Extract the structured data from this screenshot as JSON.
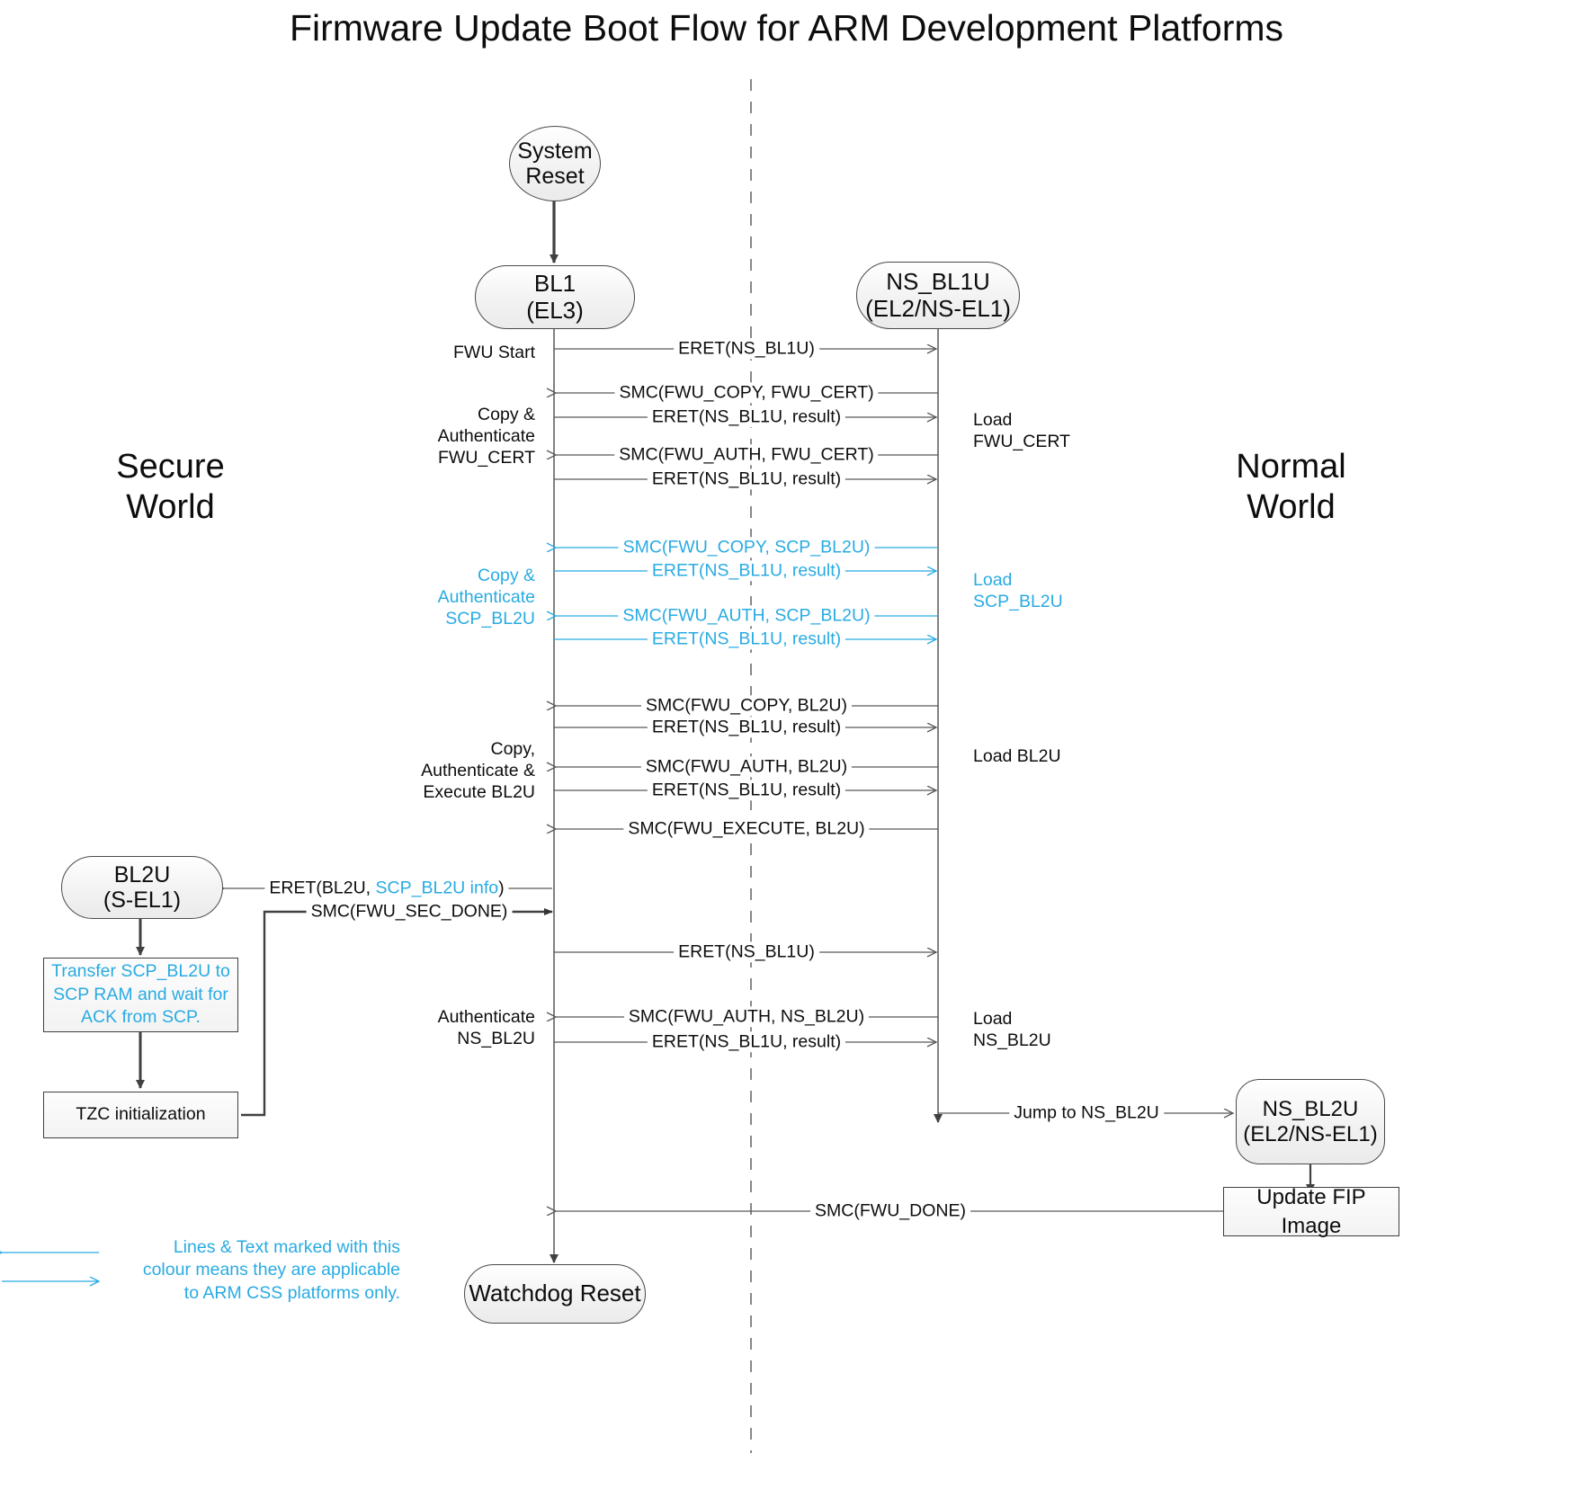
{
  "title": "Firmware Update Boot Flow for ARM Development Platforms",
  "colors": {
    "accent_cyan": "#29ABE2",
    "line_dark": "#404040",
    "line_gray": "#595959",
    "node_fill": "#f2f2f2",
    "background": "#ffffff"
  },
  "worlds": {
    "secure_line1": "Secure",
    "secure_line2": "World",
    "normal_line1": "Normal",
    "normal_line2": "World"
  },
  "nodes": {
    "system_reset": {
      "line1": "System",
      "line2": "Reset"
    },
    "bl1": {
      "line1": "BL1",
      "line2": "(EL3)"
    },
    "ns_bl1u": {
      "line1": "NS_BL1U",
      "line2": "(EL2/NS-EL1)"
    },
    "bl2u": {
      "line1": "BL2U",
      "line2": "(S-EL1)"
    },
    "ns_bl2u": {
      "line1": "NS_BL2U",
      "line2": "(EL2/NS-EL1)"
    },
    "watchdog_reset": {
      "label": "Watchdog Reset"
    },
    "transfer_scp": {
      "line1": "Transfer SCP_BL2U to",
      "line2": "SCP RAM and wait for",
      "line3": "ACK from SCP."
    },
    "tzc_init": {
      "label": "TZC initialization"
    },
    "update_fip": {
      "label": "Update FIP Image"
    }
  },
  "left_labels": [
    {
      "id": "fwu-start",
      "text": "FWU Start",
      "cyan": false
    },
    {
      "id": "copy-auth-fwucert-1",
      "text": "Copy &",
      "cyan": false
    },
    {
      "id": "copy-auth-fwucert-2",
      "text": "Authenticate",
      "cyan": false
    },
    {
      "id": "copy-auth-fwucert-3",
      "text": "FWU_CERT",
      "cyan": false
    },
    {
      "id": "copy-auth-scpbl2u-1",
      "text": "Copy &",
      "cyan": true
    },
    {
      "id": "copy-auth-scpbl2u-2",
      "text": "Authenticate",
      "cyan": true
    },
    {
      "id": "copy-auth-scpbl2u-3",
      "text": "SCP_BL2U",
      "cyan": true
    },
    {
      "id": "copy-auth-exec-bl2u-1",
      "text": "Copy,",
      "cyan": false
    },
    {
      "id": "copy-auth-exec-bl2u-2",
      "text": "Authenticate &",
      "cyan": false
    },
    {
      "id": "copy-auth-exec-bl2u-3",
      "text": "Execute BL2U",
      "cyan": false
    },
    {
      "id": "auth-nsbl2u-1",
      "text": "Authenticate",
      "cyan": false
    },
    {
      "id": "auth-nsbl2u-2",
      "text": "NS_BL2U",
      "cyan": false
    }
  ],
  "right_labels": [
    {
      "id": "load-fwucert-1",
      "text": "Load",
      "cyan": false
    },
    {
      "id": "load-fwucert-2",
      "text": "FWU_CERT",
      "cyan": false
    },
    {
      "id": "load-scpbl2u-1",
      "text": "Load",
      "cyan": true
    },
    {
      "id": "load-scpbl2u-2",
      "text": "SCP_BL2U",
      "cyan": true
    },
    {
      "id": "load-bl2u",
      "text": "Load BL2U",
      "cyan": false
    },
    {
      "id": "load-nsbl2u-1",
      "text": "Load",
      "cyan": false
    },
    {
      "id": "load-nsbl2u-2",
      "text": "NS_BL2U",
      "cyan": false
    }
  ],
  "messages": [
    {
      "id": "m1",
      "text": "ERET(NS_BL1U)",
      "dir": "right",
      "cyan": false
    },
    {
      "id": "m2",
      "text": "SMC(FWU_COPY, FWU_CERT)",
      "dir": "left",
      "cyan": false
    },
    {
      "id": "m3",
      "text": "ERET(NS_BL1U, result)",
      "dir": "right",
      "cyan": false
    },
    {
      "id": "m4",
      "text": "SMC(FWU_AUTH, FWU_CERT)",
      "dir": "left",
      "cyan": false
    },
    {
      "id": "m5",
      "text": "ERET(NS_BL1U, result)",
      "dir": "right",
      "cyan": false
    },
    {
      "id": "m6",
      "text": "SMC(FWU_COPY, SCP_BL2U)",
      "dir": "left",
      "cyan": true
    },
    {
      "id": "m7",
      "text": "ERET(NS_BL1U, result)",
      "dir": "right",
      "cyan": true
    },
    {
      "id": "m8",
      "text": "SMC(FWU_AUTH, SCP_BL2U)",
      "dir": "left",
      "cyan": true
    },
    {
      "id": "m9",
      "text": "ERET(NS_BL1U, result)",
      "dir": "right",
      "cyan": true
    },
    {
      "id": "m10",
      "text": "SMC(FWU_COPY, BL2U)",
      "dir": "left",
      "cyan": false
    },
    {
      "id": "m11",
      "text": "ERET(NS_BL1U, result)",
      "dir": "right",
      "cyan": false
    },
    {
      "id": "m12",
      "text": "SMC(FWU_AUTH, BL2U)",
      "dir": "left",
      "cyan": false
    },
    {
      "id": "m13",
      "text": "ERET(NS_BL1U, result)",
      "dir": "right",
      "cyan": false
    },
    {
      "id": "m14",
      "text": "SMC(FWU_EXECUTE, BL2U)",
      "dir": "left",
      "cyan": false
    },
    {
      "id": "m15",
      "text": "ERET(NS_BL1U)",
      "dir": "right",
      "cyan": false
    },
    {
      "id": "m16",
      "text": "SMC(FWU_AUTH, NS_BL2U)",
      "dir": "left",
      "cyan": false
    },
    {
      "id": "m17",
      "text": "ERET(NS_BL1U, result)",
      "dir": "right",
      "cyan": false
    }
  ],
  "side_messages": {
    "eret_bl2u_prefix": "ERET(BL2U, ",
    "eret_bl2u_cyan": "SCP_BL2U info",
    "eret_bl2u_suffix": ")",
    "smc_fwu_sec_done": "SMC(FWU_SEC_DONE)",
    "jump_to_ns_bl2u": "Jump to NS_BL2U",
    "smc_fwu_done": "SMC(FWU_DONE)"
  },
  "legend": {
    "line1": "Lines & Text marked with this",
    "line2": "colour means they are applicable",
    "line3": "to ARM CSS platforms only."
  }
}
